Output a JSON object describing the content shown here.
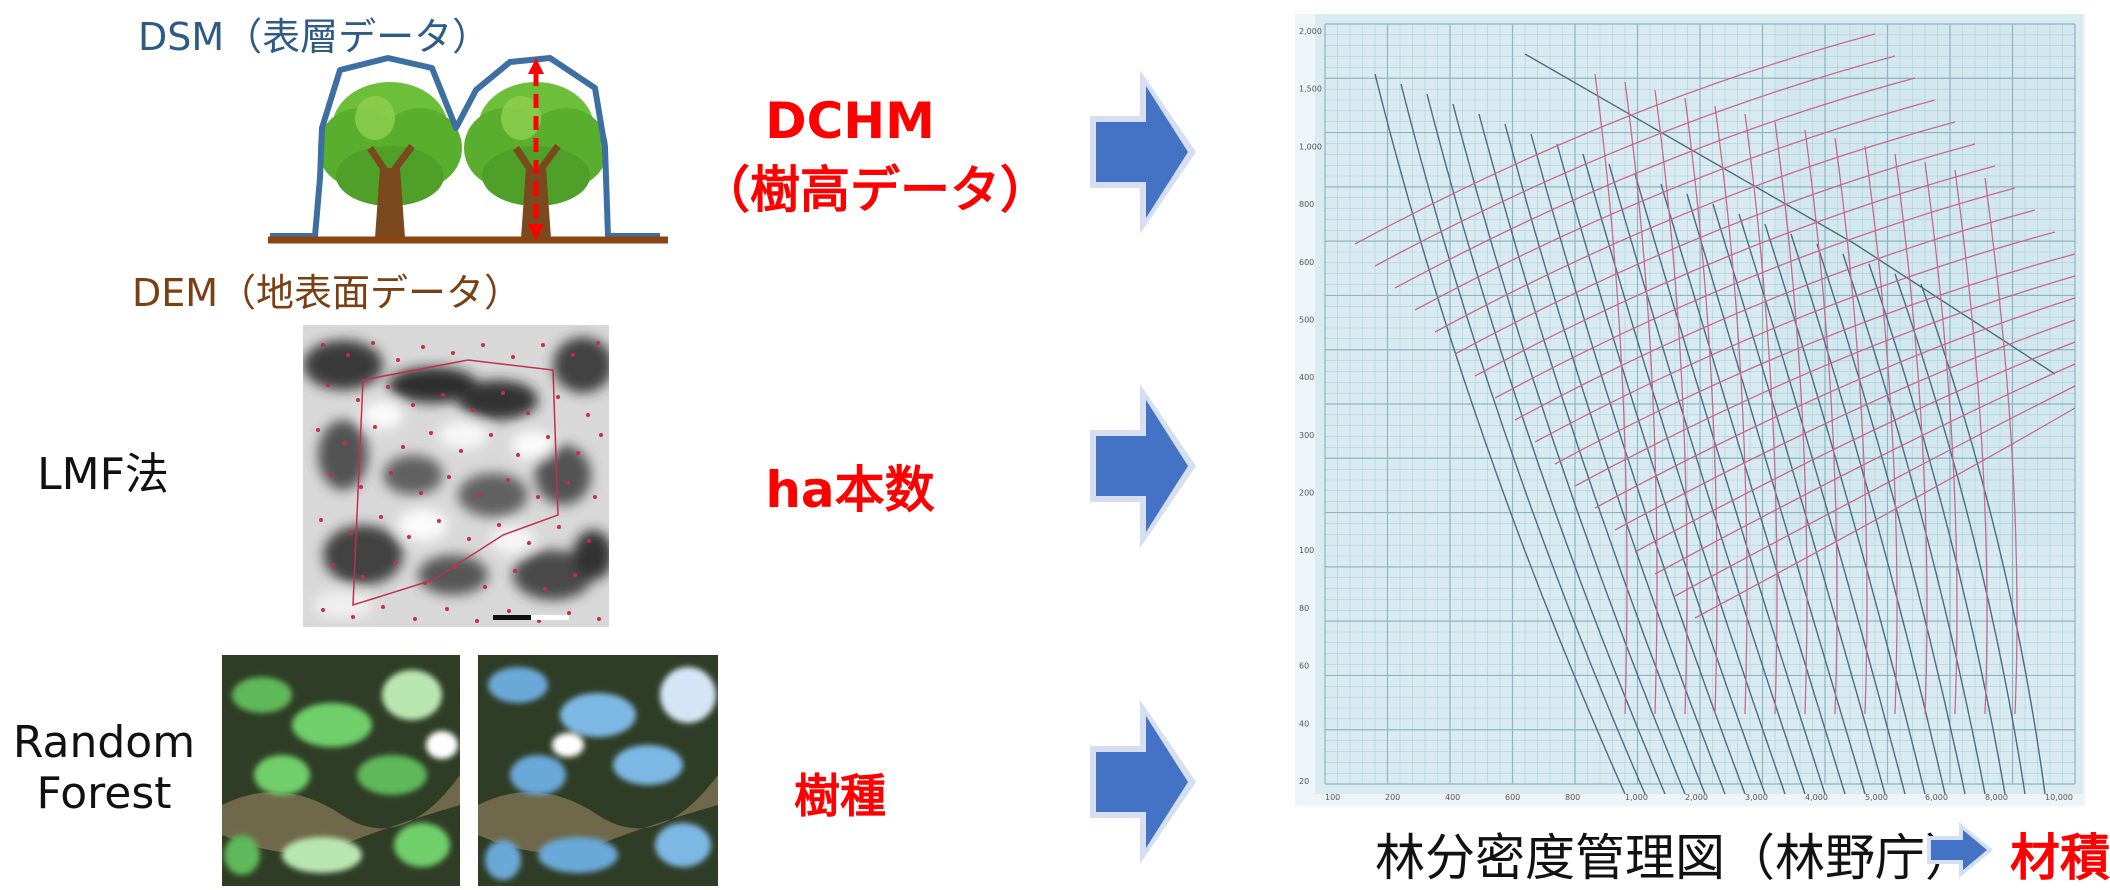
{
  "dsm_label": "DSM（表層データ）",
  "dem_label": "DEM（地表面データ）",
  "rows": [
    {
      "method": "",
      "result_line1": "DCHM",
      "result_line2": "（樹高データ）"
    },
    {
      "method": "LMF法",
      "result": "ha本数"
    },
    {
      "method_line1": "Random",
      "method_line2": "Forest",
      "result": "樹種"
    }
  ],
  "density_chart": {
    "caption": "林分密度管理図（林野庁）",
    "output": "材積",
    "x_ticks": [
      "100",
      "200",
      "400",
      "600",
      "800",
      "1,000",
      "2,000",
      "3,000",
      "4,000",
      "5,000",
      "6,000",
      "8,000",
      "10,000"
    ],
    "y_ticks": [
      "2,000",
      "1,500",
      "1,000",
      "800",
      "600",
      "500",
      "400",
      "300",
      "200",
      "100",
      "80",
      "60",
      "40",
      "20"
    ]
  },
  "colors": {
    "accent_red": "#FF0000",
    "arrow_blue": "#4472C4",
    "arrow_outline": "#D6DFF0",
    "dsm_blue": "#2E5A86",
    "dem_brown": "#7A3F12"
  }
}
